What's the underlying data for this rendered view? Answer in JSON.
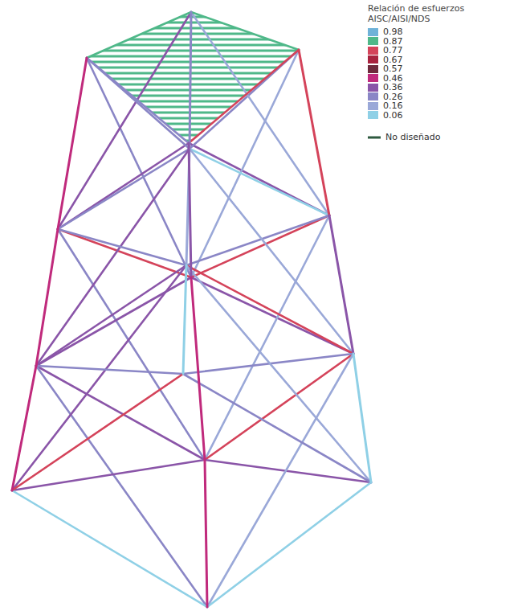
{
  "diagram": {
    "labels": [
      "Relación de esfuerzos AISC/AISI/NDS"
    ],
    "legend": [
      {
        "text": "0.98",
        "color": "#6fb2d8"
      },
      {
        "text": "0.87",
        "color": "#4fb889"
      },
      {
        "text": "0.77",
        "color": "#d4435a"
      },
      {
        "text": "0.67",
        "color": "#a8223e"
      },
      {
        "text": "0.57",
        "color": "#6e2a3c"
      },
      {
        "text": "0.46",
        "color": "#c02a7c"
      },
      {
        "text": "0.36",
        "color": "#8a55a8"
      },
      {
        "text": "0.26",
        "color": "#8a86c6"
      },
      {
        "text": "0.16",
        "color": "#9aa8d8"
      },
      {
        "text": "0.06",
        "color": "#8fd0e6"
      },
      {
        "text": "No diseñado"
      }
    ]
  }
}
